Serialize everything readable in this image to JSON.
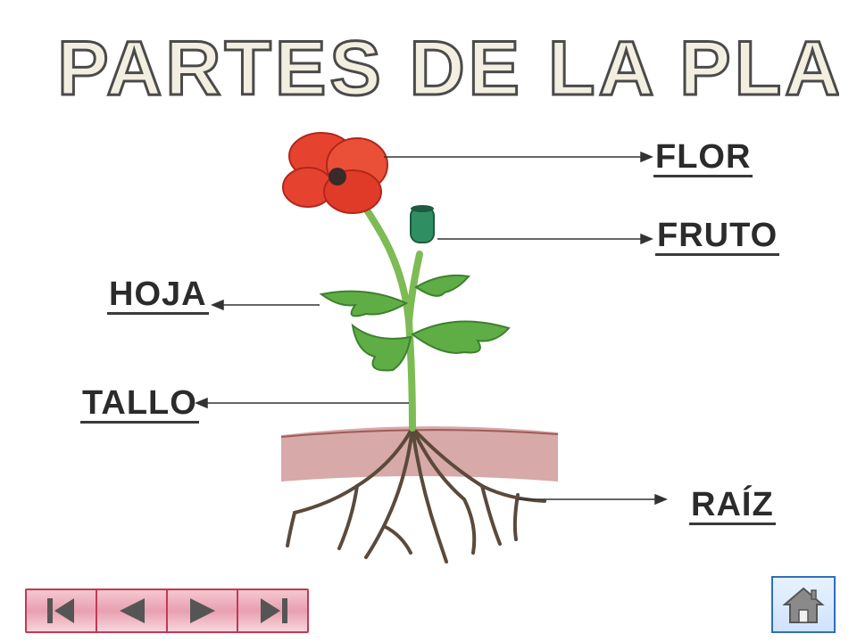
{
  "title": "LAS PARTES DE LA PLANTA",
  "labels": {
    "flor": "FLOR",
    "fruto": "FRUTO",
    "hoja": "HOJA",
    "tallo": "TALLO",
    "raiz": "RAÍZ"
  },
  "colors": {
    "title_fill": "#f3efe0",
    "title_stroke": "#4a4a4a",
    "petal": "#e5432f",
    "leaf": "#5fae45",
    "stem": "#7dbb54",
    "soil": "#c98c8c",
    "root": "#5b4a3a",
    "nav_border": "#c23a55",
    "home_border": "#2f6fb8"
  },
  "nav": {
    "first_icon": "skip-first-icon",
    "prev_icon": "prev-triangle-icon",
    "next_icon": "next-triangle-icon",
    "last_icon": "skip-last-icon"
  },
  "home_icon": "house-icon"
}
